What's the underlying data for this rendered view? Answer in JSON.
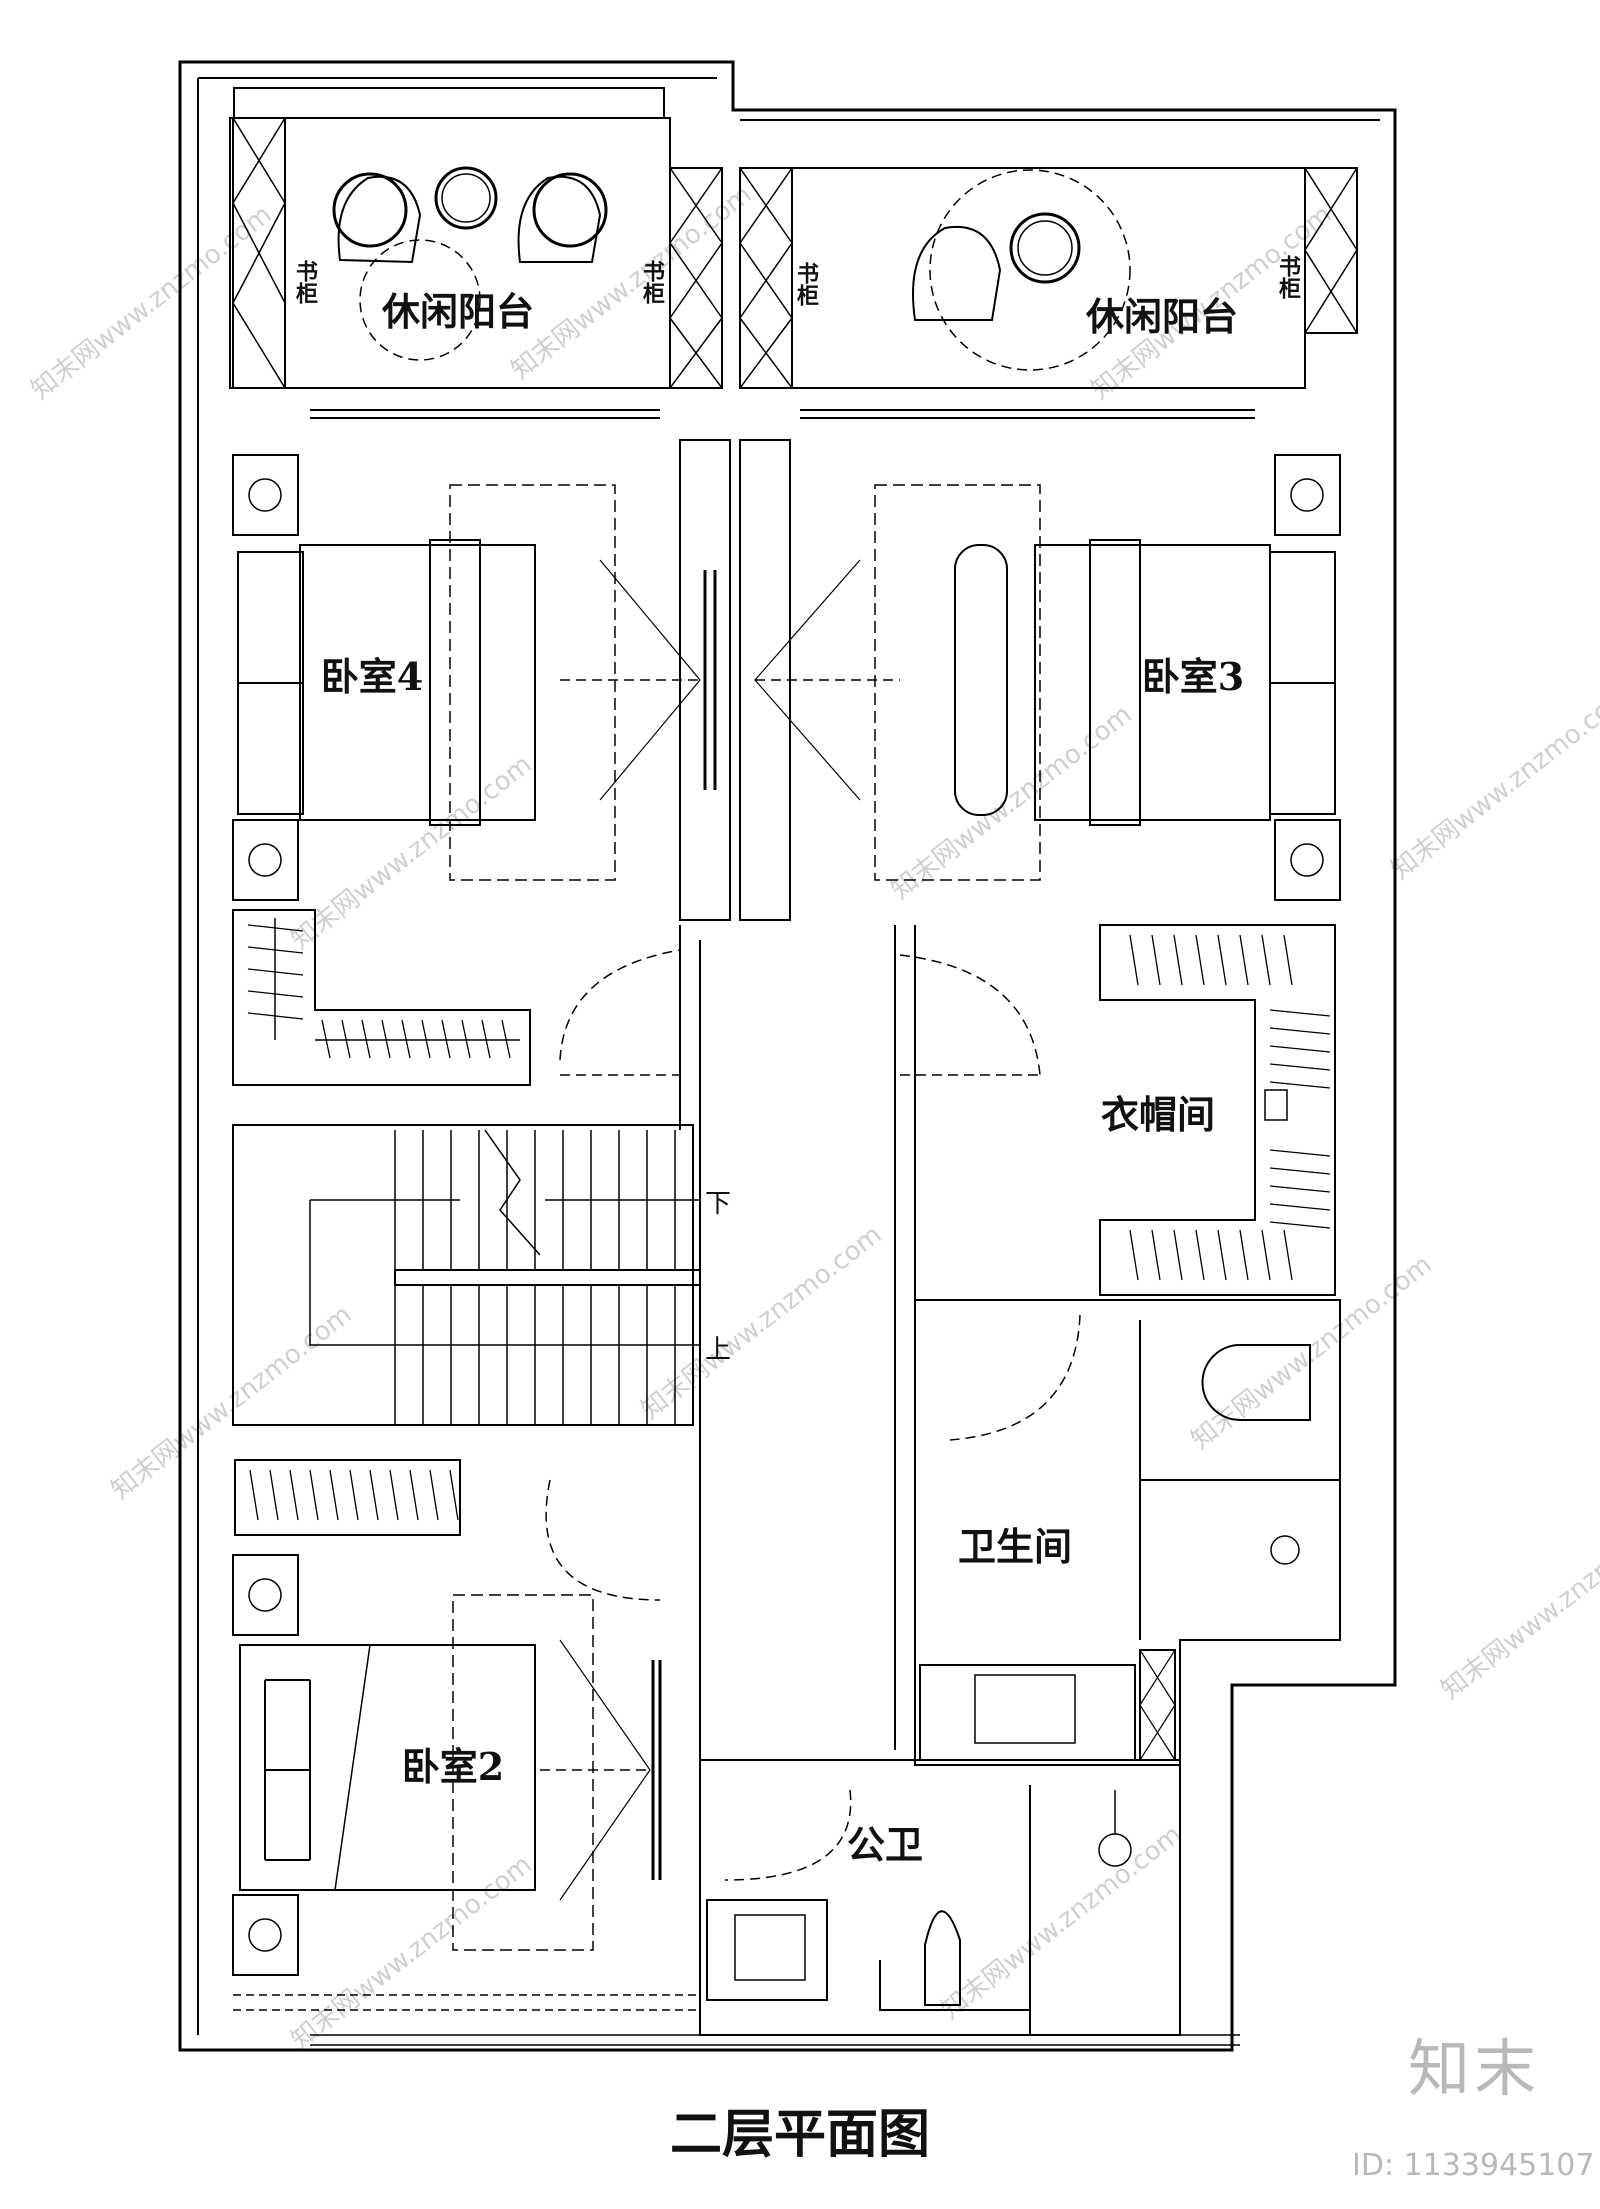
{
  "rooms": {
    "balcony_left": "休闲阳台",
    "balcony_right": "休闲阳台",
    "bedroom4": "卧室4",
    "bedroom3": "卧室3",
    "bedroom2": "卧室2",
    "cloakroom": "衣帽间",
    "bathroom": "卫生间",
    "public_wc": "公卫"
  },
  "bookcase_label": "书柜",
  "stairs": {
    "down": "下",
    "up": "上"
  },
  "title": "二层平面图",
  "watermark": {
    "site": "知末网www.znzmo.com",
    "logo": "知末",
    "id": "ID: 1133945107"
  }
}
